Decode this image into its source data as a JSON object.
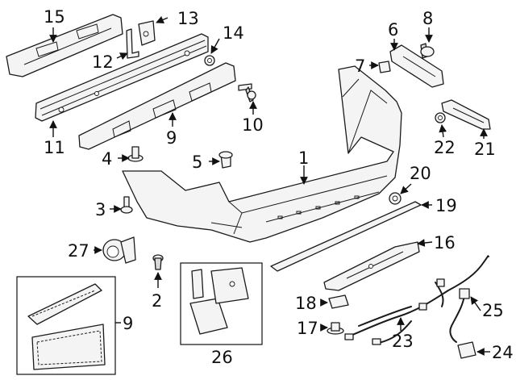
{
  "callouts": [
    {
      "id": "c1",
      "label": "1"
    },
    {
      "id": "c2",
      "label": "2"
    },
    {
      "id": "c3",
      "label": "3"
    },
    {
      "id": "c4",
      "label": "4"
    },
    {
      "id": "c5",
      "label": "5"
    },
    {
      "id": "c7",
      "label": "7"
    },
    {
      "id": "c8",
      "label": "8"
    },
    {
      "id": "c9a",
      "label": "9"
    },
    {
      "id": "c9b",
      "label": "9"
    },
    {
      "id": "c10",
      "label": "10"
    },
    {
      "id": "c11",
      "label": "11"
    },
    {
      "id": "c12",
      "label": "12"
    },
    {
      "id": "c13",
      "label": "13"
    },
    {
      "id": "c14",
      "label": "14"
    },
    {
      "id": "c15",
      "label": "15"
    },
    {
      "id": "c6",
      "label": "6"
    },
    {
      "id": "c16",
      "label": "16"
    },
    {
      "id": "c17",
      "label": "17"
    },
    {
      "id": "c18",
      "label": "18"
    },
    {
      "id": "c19",
      "label": "19"
    },
    {
      "id": "c20",
      "label": "20"
    },
    {
      "id": "c21",
      "label": "21"
    },
    {
      "id": "c22",
      "label": "22"
    },
    {
      "id": "c23",
      "label": "23"
    },
    {
      "id": "c24",
      "label": "24"
    },
    {
      "id": "c25",
      "label": "25"
    },
    {
      "id": "c26",
      "label": "26"
    },
    {
      "id": "c27",
      "label": "27"
    }
  ]
}
